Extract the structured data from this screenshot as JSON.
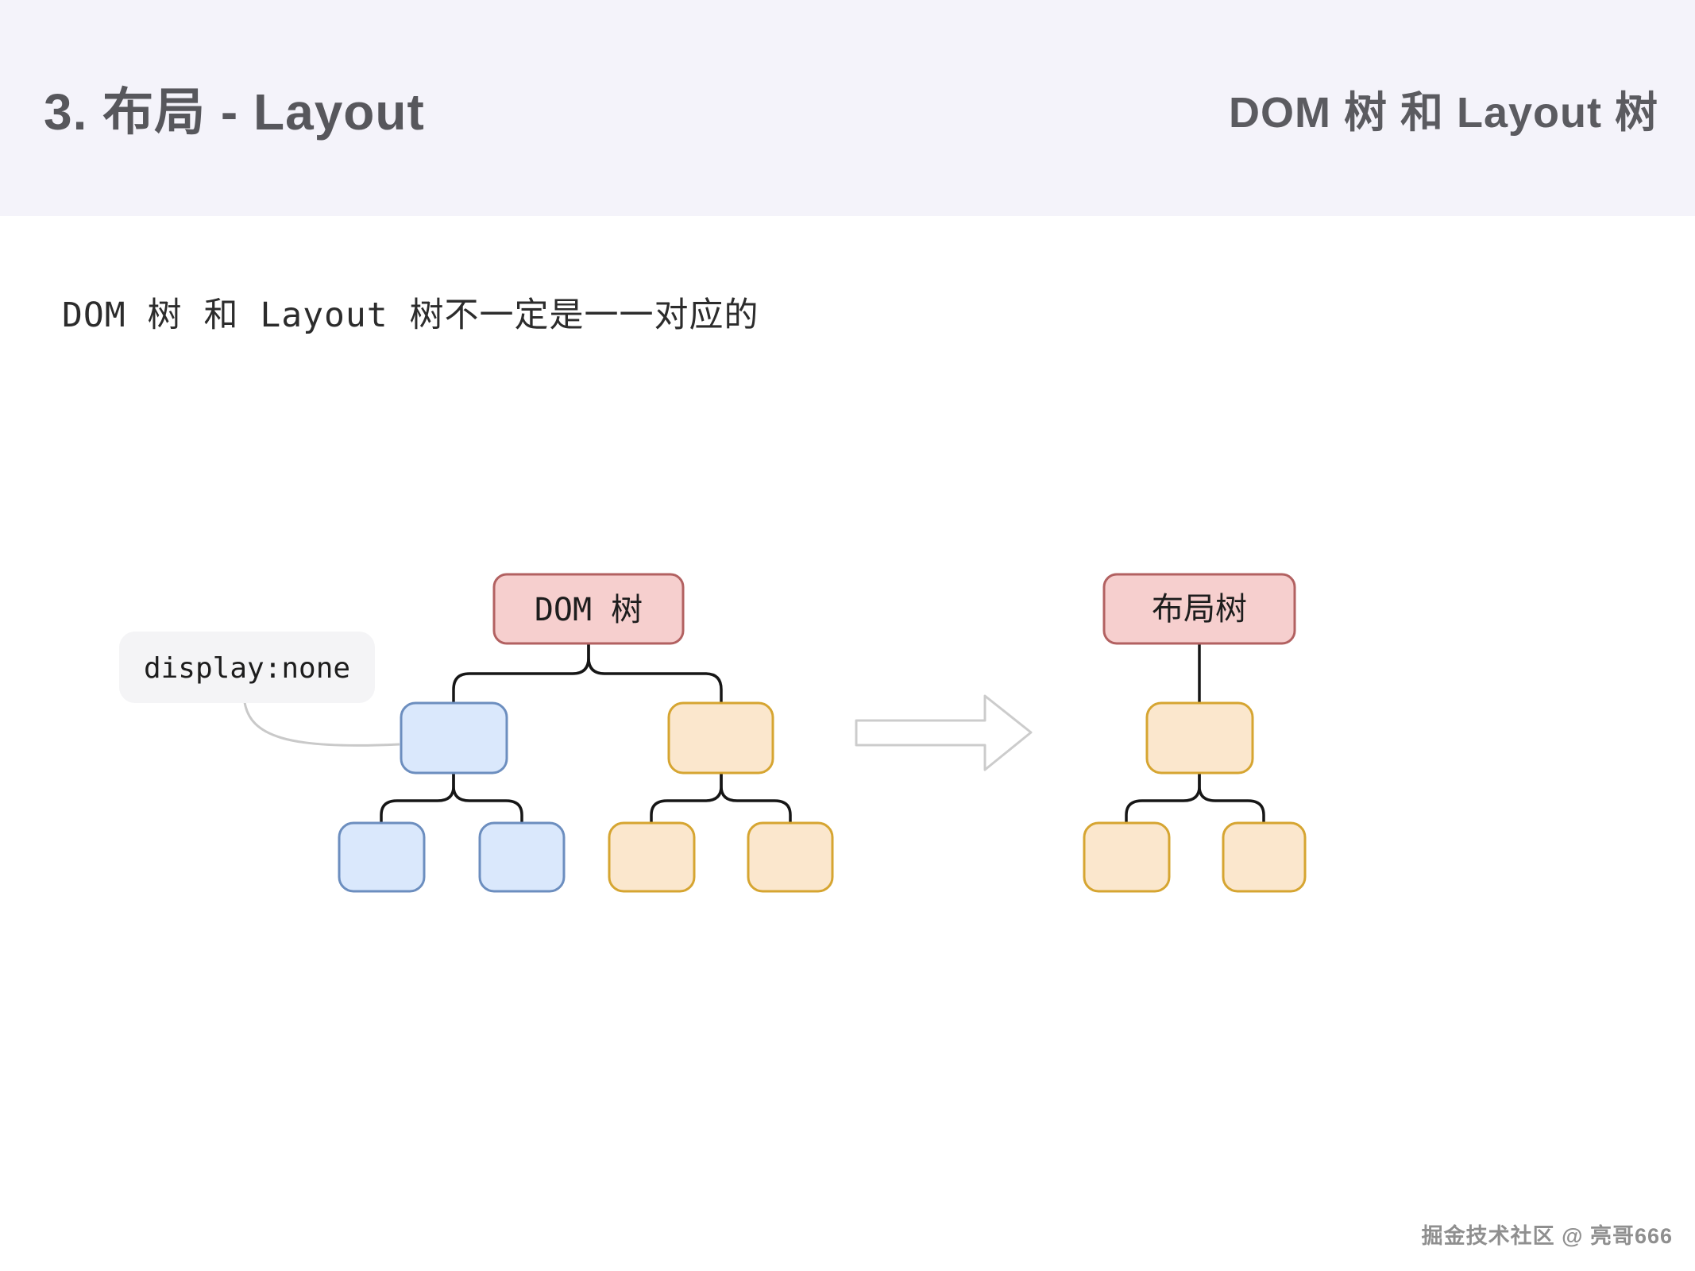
{
  "header": {
    "title": "3. 布局 - Layout",
    "topic": "DOM 树 和 Layout 树"
  },
  "statement": "DOM 树 和 Layout 树不一定是一一对应的",
  "diagram": {
    "dom_tree_root": "DOM 树",
    "layout_tree_root": "布局树",
    "annotation": "display:none",
    "colors": {
      "pink_fill": "#f6cfce",
      "pink_stroke": "#b26161",
      "blue_fill": "#dae8fc",
      "blue_stroke": "#6c8ebf",
      "orange_fill": "#fbe7cd",
      "orange_stroke": "#d6a531",
      "annotation_bg": "#f4f4f6",
      "connector": "#161616",
      "leader": "#c9c9c9",
      "arrow_fill": "#ffffff",
      "arrow_stroke": "#cccccc"
    }
  },
  "watermark": "掘金技术社区 @ 亮哥666"
}
